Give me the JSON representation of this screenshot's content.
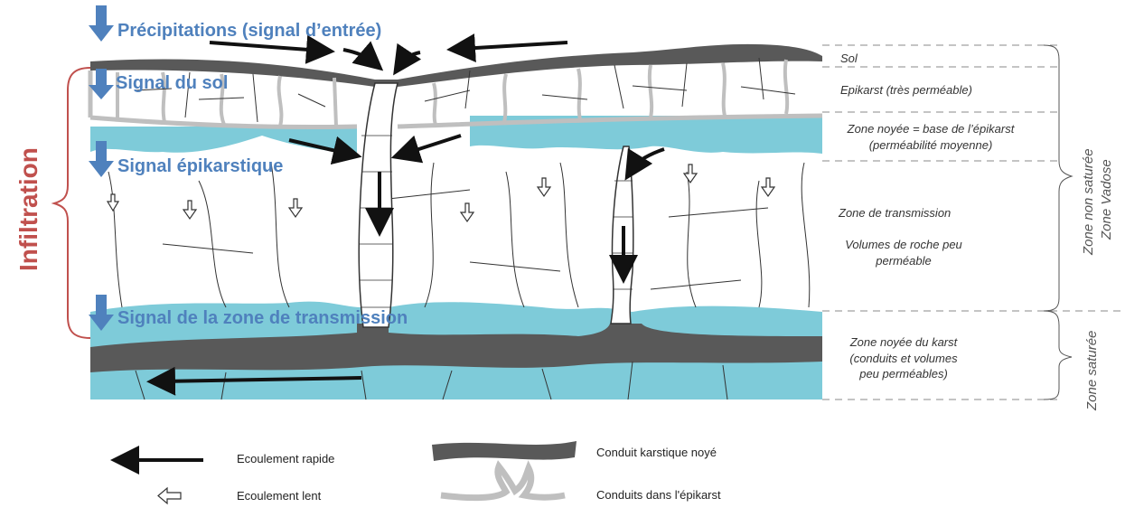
{
  "colors": {
    "water": "#7ecbd9",
    "conduit": "#595959",
    "epikarst_conduit": "#bfbfbf",
    "signal_text": "#4f81bd",
    "infiltration_text": "#c0504d",
    "rock": "#ffffff"
  },
  "signals": {
    "precip": "Précipitations (signal d’entrée)",
    "sol": "Signal du sol",
    "epikarst": "Signal épikarstique",
    "transmission": "Signal de la zone de transmission"
  },
  "left_label": "Infiltration",
  "zones": {
    "sol": "Sol",
    "epikarst": "Epikarst (très perméable)",
    "zone_noyee_line1": "Zone noyée = base de l’épikarst",
    "zone_noyee_line2": "(perméabilité moyenne)",
    "transmission": "Zone  de transmission",
    "volumes_line1": "Volumes de roche peu",
    "volumes_line2": "perméable",
    "karst_line1": "Zone noyée du karst",
    "karst_line2": "(conduits et volumes",
    "karst_line3": "peu perméables)"
  },
  "side_labels": {
    "non_saturee": "Zone non saturée",
    "vadose": "Zone Vadose",
    "saturee": "Zone saturée"
  },
  "legend": {
    "rapide": "Ecoulement rapide",
    "lent": "Ecoulement lent",
    "conduit_noye": "Conduit karstique noyé",
    "conduits_epikarst": "Conduits dans l'épikarst"
  }
}
